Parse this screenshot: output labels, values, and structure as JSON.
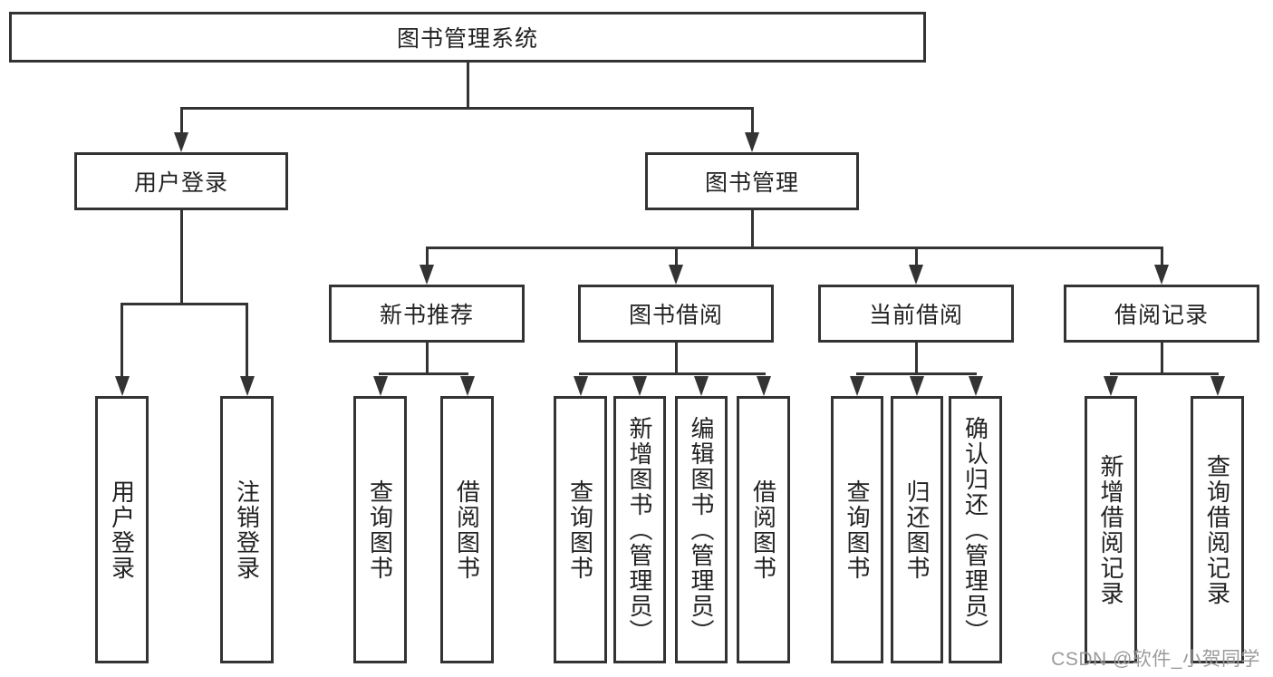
{
  "diagram": {
    "tree": {
      "root": {
        "label": "图书管理系统"
      },
      "branches": [
        {
          "label": "用户登录",
          "children": [
            {
              "label": "用户登录"
            },
            {
              "label": "注销登录"
            }
          ]
        },
        {
          "label": "图书管理",
          "children": [
            {
              "label": "新书推荐",
              "children": [
                {
                  "label": "查询图书"
                },
                {
                  "label": "借阅图书"
                }
              ]
            },
            {
              "label": "图书借阅",
              "children": [
                {
                  "label": "查询图书"
                },
                {
                  "label": "新增图书（管理员）"
                },
                {
                  "label": "编辑图书（管理员）"
                },
                {
                  "label": "借阅图书"
                }
              ]
            },
            {
              "label": "当前借阅",
              "children": [
                {
                  "label": "查询图书"
                },
                {
                  "label": "归还图书"
                },
                {
                  "label": "确认归还（管理员）"
                }
              ]
            },
            {
              "label": "借阅记录",
              "children": [
                {
                  "label": "新增借阅记录"
                },
                {
                  "label": "查询借阅记录"
                }
              ]
            }
          ]
        }
      ]
    },
    "colors": {
      "line": "#333333",
      "text": "#222222",
      "background": "#ffffff",
      "watermark": "#9b9b9b"
    }
  },
  "watermark": {
    "text": "CSDN @软件_小贺同学"
  }
}
